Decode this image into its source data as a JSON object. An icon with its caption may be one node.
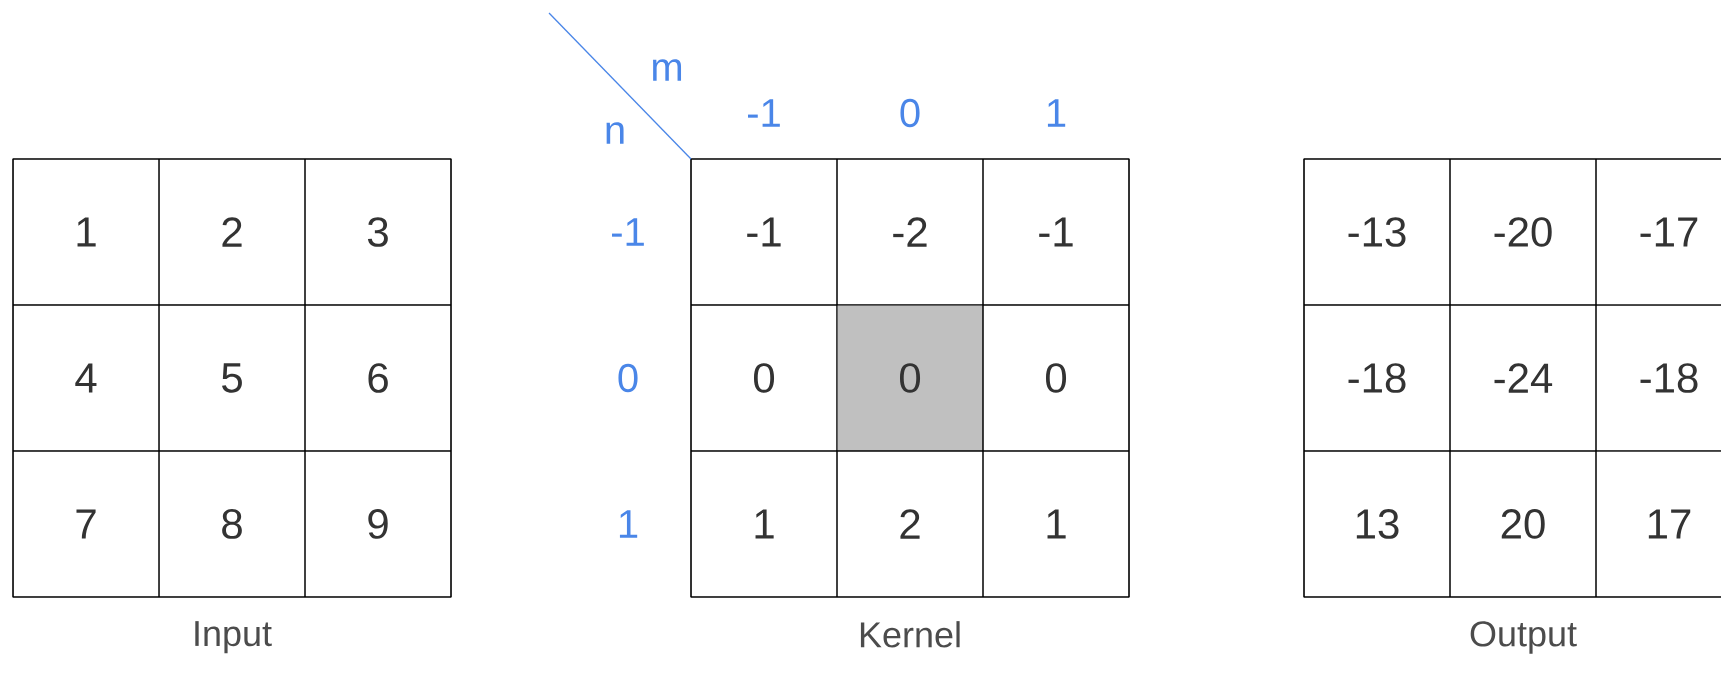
{
  "diagram": {
    "nodes": [
      {
        "text": [
          "Input"
        ]
      },
      {
        "text": [
          "1"
        ],
        "in": 0
      },
      {
        "text": [
          "2"
        ],
        "in": 0
      },
      {
        "text": [
          "3"
        ],
        "in": 0
      },
      {
        "text": [
          "4"
        ],
        "in": 0
      },
      {
        "text": [
          "5"
        ],
        "in": 0
      },
      {
        "text": [
          "6"
        ],
        "in": 0
      },
      {
        "text": [
          "7"
        ],
        "in": 0
      },
      {
        "text": [
          "8"
        ],
        "in": 0
      },
      {
        "text": [
          "9"
        ],
        "in": 0
      },
      {
        "text": [
          "Kernel"
        ]
      },
      {
        "text": [
          "-1"
        ],
        "in": 10
      },
      {
        "text": [
          "-2"
        ],
        "in": 10
      },
      {
        "text": [
          "-1"
        ],
        "in": 10
      },
      {
        "text": [
          "0"
        ],
        "in": 10
      },
      {
        "text": [
          "0"
        ],
        "in": 10
      },
      {
        "text": [
          "0"
        ],
        "in": 10
      },
      {
        "text": [
          "1"
        ],
        "in": 10
      },
      {
        "text": [
          "2"
        ],
        "in": 10
      },
      {
        "text": [
          "1"
        ],
        "in": 10
      },
      {
        "text": [
          "Output"
        ]
      },
      {
        "text": [
          "-13"
        ],
        "in": 20
      },
      {
        "text": [
          "-20"
        ],
        "in": 20
      },
      {
        "text": [
          "-17"
        ],
        "in": 20
      },
      {
        "text": [
          "-18"
        ],
        "in": 20
      },
      {
        "text": [
          "-24"
        ],
        "in": 20
      },
      {
        "text": [
          "-18"
        ],
        "in": 20
      },
      {
        "text": [
          "13"
        ],
        "in": 20
      },
      {
        "text": [
          "20"
        ],
        "in": 20
      },
      {
        "text": [
          "17"
        ],
        "in": 20
      }
    ],
    "labels": [
      "m",
      "n",
      "-1",
      "0",
      "1",
      "-1",
      "0",
      "1"
    ]
  }
}
